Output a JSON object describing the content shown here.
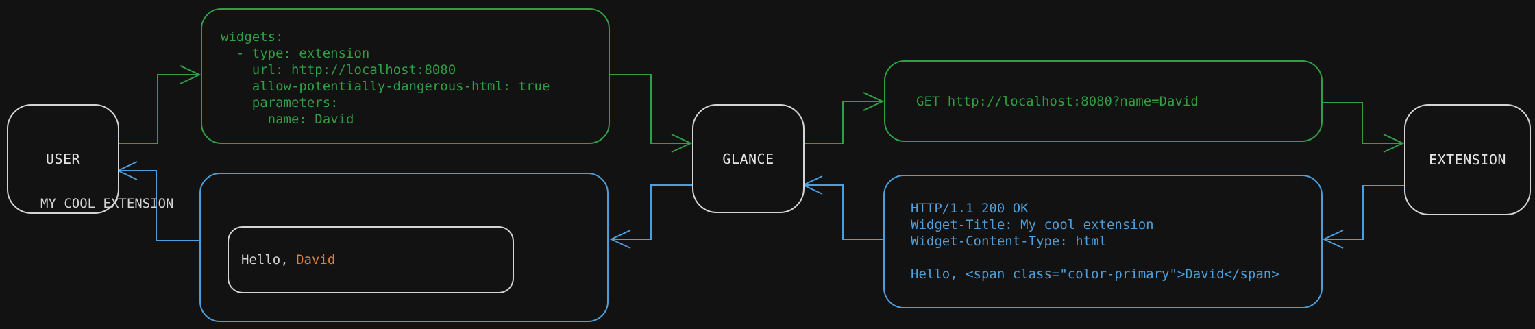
{
  "colors": {
    "background": "#121212",
    "green": "#2f9e44",
    "blue": "#4d9edb",
    "gray_border": "#d4d4d4",
    "text_light": "#d5d5d5",
    "orange_accent": "#e08137"
  },
  "nodes": {
    "user": {
      "label": "USER"
    },
    "glance": {
      "label": "GLANCE"
    },
    "extension": {
      "label": "EXTENSION"
    }
  },
  "config_box": {
    "lines": [
      "widgets:",
      "  - type: extension",
      "    url: http://localhost:8080",
      "    allow-potentially-dangerous-html: true",
      "    parameters:",
      "      name: David"
    ]
  },
  "request_box": {
    "text": "GET http://localhost:8080?name=David"
  },
  "response_box": {
    "lines": [
      "HTTP/1.1 200 OK",
      "Widget-Title: My cool extension",
      "Widget-Content-Type: html",
      "",
      "Hello, <span class=\"color-primary\">David</span>"
    ]
  },
  "widget_box": {
    "title": "MY COOL EXTENSION",
    "greeting_prefix": "Hello, ",
    "greeting_name": "David"
  }
}
